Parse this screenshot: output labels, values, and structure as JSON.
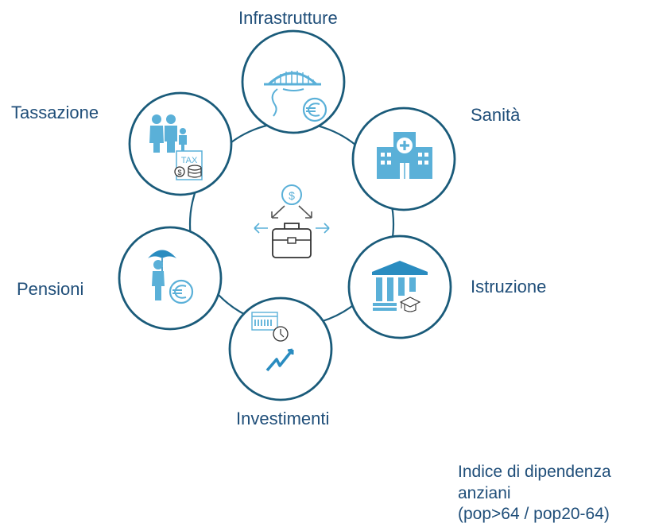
{
  "labels": {
    "infrastrutture": "Infrastrutture",
    "sanita": "Sanità",
    "tassazione": "Tassazione",
    "pensioni": "Pensioni",
    "istruzione": "Istruzione",
    "investimenti": "Investimenti"
  },
  "icon_text": {
    "tax": "TAX",
    "currency": "$"
  },
  "icons": {
    "center": "budget-briefcase-icon",
    "infrastrutture": "bridge-euro-icon",
    "sanita": "hospital-icon",
    "tassazione": "family-tax-icon",
    "pensioni": "umbrella-pensioner-euro-icon",
    "istruzione": "school-graduation-icon",
    "investimenti": "calendar-clock-growth-icon"
  },
  "footnote": {
    "line1": "Indice di dipendenza",
    "line2": "anziani",
    "line3": "(pop>64 / pop20-64)"
  },
  "colors": {
    "ring": "#1a5b7a",
    "icon": "#5ab0d8",
    "icon_dark": "#2a8cc0",
    "text": "#1f4e79"
  }
}
